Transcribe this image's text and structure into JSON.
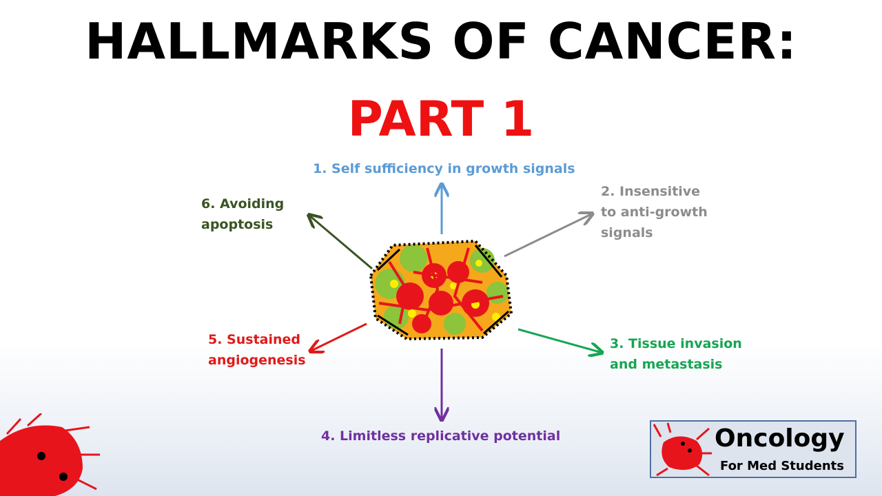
{
  "title": "HALLMARKS OF CANCER:",
  "subtitle": "PART 1",
  "hallmarks": {
    "h1": {
      "lines": [
        "1. Self sufficiency in growth signals"
      ],
      "color": "#5b9bd5"
    },
    "h2": {
      "lines": [
        "2. Insensitive",
        "to anti-growth",
        "signals"
      ],
      "color": "#8c8c8c"
    },
    "h3": {
      "lines": [
        "3. Tissue invasion",
        "and metastasis"
      ],
      "color": "#16a552"
    },
    "h4": {
      "lines": [
        "4. Limitless replicative potential"
      ],
      "color": "#7030a0"
    },
    "h5": {
      "lines": [
        "5. Sustained",
        "angiogenesis"
      ],
      "color": "#e01a1a"
    },
    "h6": {
      "lines": [
        "6. Avoiding",
        "apoptosis"
      ],
      "color": "#3b5323"
    }
  },
  "logo": {
    "name": "Oncology",
    "tagline": "For Med Students"
  },
  "colors": {
    "title": "#000000",
    "subtitle": "#ee1111",
    "tumor_red": "#e8141c",
    "tumor_green": "#8cc43c",
    "tumor_orange": "#f5a81c"
  },
  "icons": {
    "center": "tumor-cell-cluster-icon",
    "logo": "crab-icon",
    "corner": "crab-claw-icon"
  }
}
